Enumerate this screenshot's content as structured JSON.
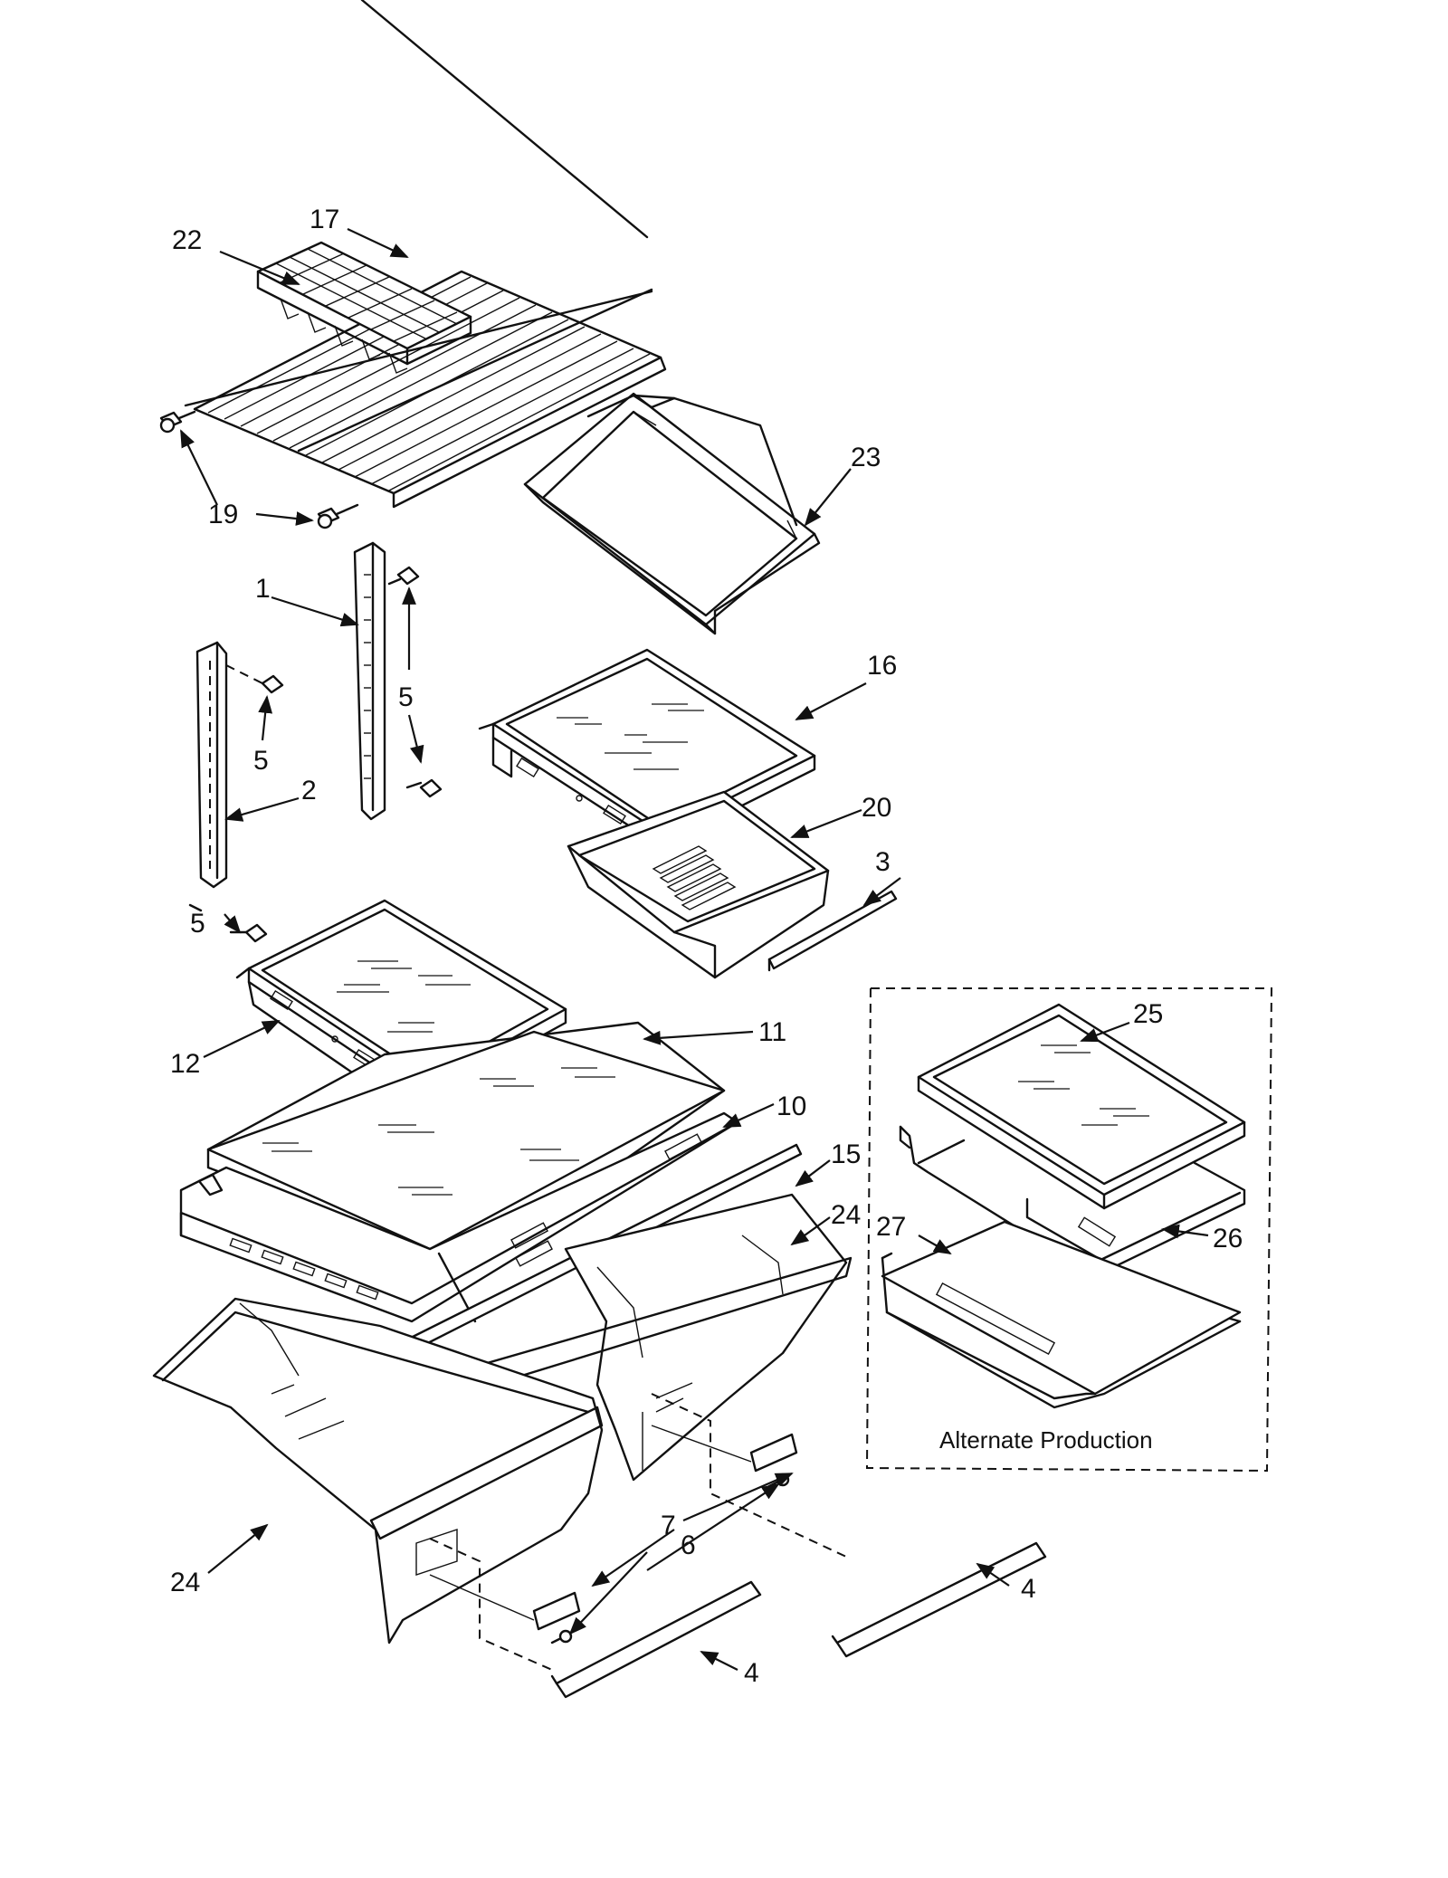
{
  "callouts": {
    "c1": "1",
    "c2": "2",
    "c3": "3",
    "c4a": "4",
    "c4b": "4",
    "c5a": "5",
    "c5b": "5",
    "c5c": "5",
    "c6": "6",
    "c7": "7",
    "c10": "10",
    "c11": "11",
    "c12": "12",
    "c15": "15",
    "c16": "16",
    "c17": "17",
    "c19": "19",
    "c20": "20",
    "c22": "22",
    "c23": "23",
    "c24a": "24",
    "c24b": "24",
    "c25": "25",
    "c26": "26",
    "c27": "27"
  },
  "alternate_box": {
    "label": "Alternate Production"
  }
}
